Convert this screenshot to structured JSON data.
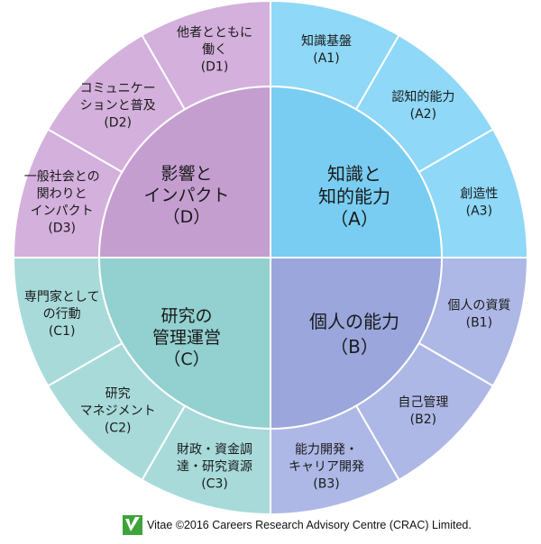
{
  "colors": {
    "A_outer": "#8fd8f7",
    "A_inner": "#79cdf2",
    "B_outer": "#aeb8e6",
    "B_inner": "#9aa6dc",
    "C_outer": "#a8dada",
    "C_inner": "#93d0d0",
    "D_outer": "#d4b0dc",
    "D_inner": "#c59ed0",
    "border": "#ffffff",
    "logo_green": "#3ea33a"
  },
  "quadrants": {
    "A": {
      "inner_lines": [
        "知識と",
        "知的能力",
        "（A）"
      ],
      "segments": [
        {
          "lines": [
            "知識基盤",
            "(A1)"
          ]
        },
        {
          "lines": [
            "認知的能力",
            "(A2)"
          ]
        },
        {
          "lines": [
            "創造性",
            "(A3)"
          ]
        }
      ]
    },
    "B": {
      "inner_lines": [
        "個人の能力",
        "（B）"
      ],
      "segments": [
        {
          "lines": [
            "個人の資質",
            "(B1)"
          ]
        },
        {
          "lines": [
            "自己管理",
            "(B2)"
          ]
        },
        {
          "lines": [
            "能力開発・",
            "キャリア開発",
            "(B3)"
          ]
        }
      ]
    },
    "C": {
      "inner_lines": [
        "研究の",
        "管理運営",
        "（C）"
      ],
      "segments": [
        {
          "lines": [
            "財政・資金調",
            "達・研究資源",
            "(C3)"
          ]
        },
        {
          "lines": [
            "研究",
            "マネジメント",
            "(C2)"
          ]
        },
        {
          "lines": [
            "専門家として",
            "の行動",
            "(C1)"
          ]
        }
      ]
    },
    "D": {
      "inner_lines": [
        "影響と",
        "インパクト",
        "（D）"
      ],
      "segments": [
        {
          "lines": [
            "一般社会との",
            "関わりと",
            "インパクト",
            "(D3)"
          ]
        },
        {
          "lines": [
            "コミュニケー",
            "ションと普及",
            "(D2)"
          ]
        },
        {
          "lines": [
            "他者とともに",
            "働く",
            "(D1)"
          ]
        }
      ]
    }
  },
  "footer": {
    "logo_icon": "vitae-logo",
    "text": "Vitae ©2016 Careers Research Advisory Centre (CRAC) Limited."
  }
}
